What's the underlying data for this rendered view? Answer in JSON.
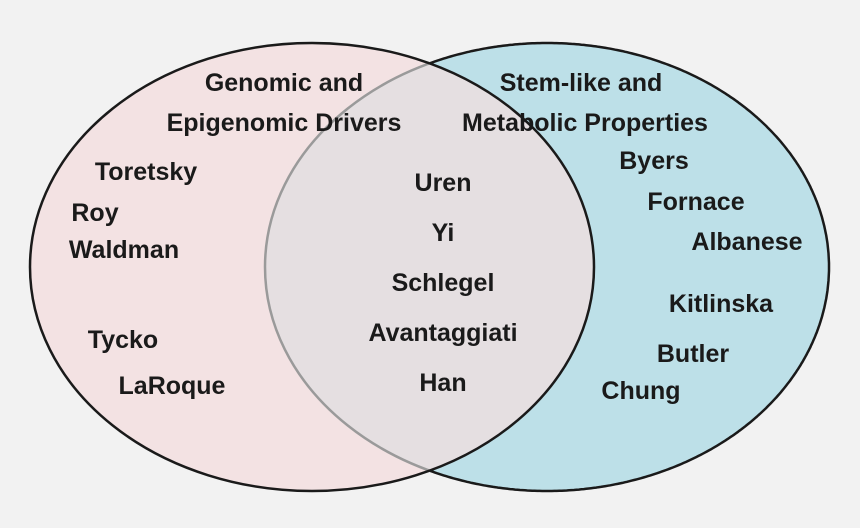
{
  "colors": {
    "background": "#f2f2f2",
    "left_fill": "#f3e2e3",
    "right_fill": "#bde0e8",
    "overlap_fill": "#e5dfe1",
    "outline": "#1a1a1a",
    "overlap_outline": "#9a9a9a",
    "text": "#1a1a1a"
  },
  "sets": {
    "left": {
      "title_line1": "Genomic and",
      "title_line2": "Epigenomic Drivers",
      "members": [
        "Toretsky",
        "Roy",
        "Waldman",
        "Tycko",
        "LaRoque"
      ]
    },
    "right": {
      "title_line1": "Stem-like and",
      "title_line2": "Metabolic Properties",
      "members": [
        "Byers",
        "Fornace",
        "Albanese",
        "Kitlinska",
        "Butler",
        "Chung"
      ]
    },
    "overlap": {
      "members": [
        "Uren",
        "Yi",
        "Schlegel",
        "Avantaggiati",
        "Han"
      ]
    }
  }
}
